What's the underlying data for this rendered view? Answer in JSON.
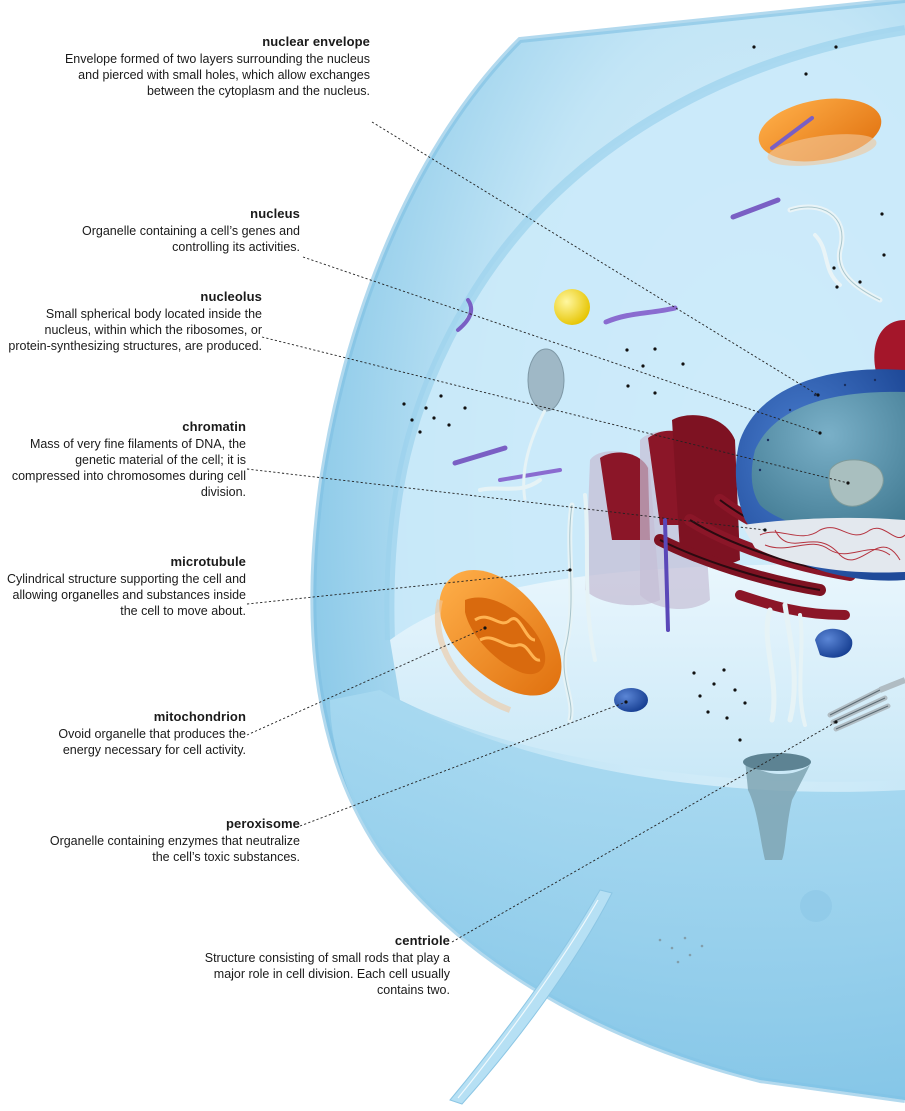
{
  "colors": {
    "cytoplasm": "#bfe3f5",
    "membrane": "#8fcbe9",
    "nucleus_envelope": "#2f5fb5",
    "golgi": "#8a1a2a",
    "mitochondrion": "#f08a1c",
    "peroxisome": "#1f4fa8",
    "nucleolus": "#9fb7b8",
    "lysosome": "#f1d21a",
    "chromatin": "#b5333f",
    "leader": "#222222"
  },
  "labels": [
    {
      "key": "nuclear_envelope",
      "term": "nuclear envelope",
      "desc": "Envelope formed of two layers surrounding the nucleus and pierced with small holes, which allow exchanges between the cytoplasm and the nucleus."
    },
    {
      "key": "nucleus",
      "term": "nucleus",
      "desc": "Organelle containing a cell’s genes and controlling its activities."
    },
    {
      "key": "nucleolus",
      "term": "nucleolus",
      "desc": "Small spherical body located inside the nucleus, within which the ribosomes, or protein-synthesizing structures, are produced."
    },
    {
      "key": "chromatin",
      "term": "chromatin",
      "desc": "Mass of very fine filaments of DNA, the genetic material of the cell; it is compressed into chromosomes during cell division."
    },
    {
      "key": "microtubule",
      "term": "microtubule",
      "desc": "Cylindrical structure supporting the cell and allowing organelles and substances inside the cell to move about."
    },
    {
      "key": "mitochondrion",
      "term": "mitochondrion",
      "desc": "Ovoid organelle that produces the energy necessary for cell activity."
    },
    {
      "key": "peroxisome",
      "term": "peroxisome",
      "desc": "Organelle containing enzymes that neutralize the cell’s toxic substances."
    },
    {
      "key": "centriole",
      "term": "centriole",
      "desc": "Structure consisting of small rods that play a major role in cell division. Each cell usually contains two."
    }
  ]
}
